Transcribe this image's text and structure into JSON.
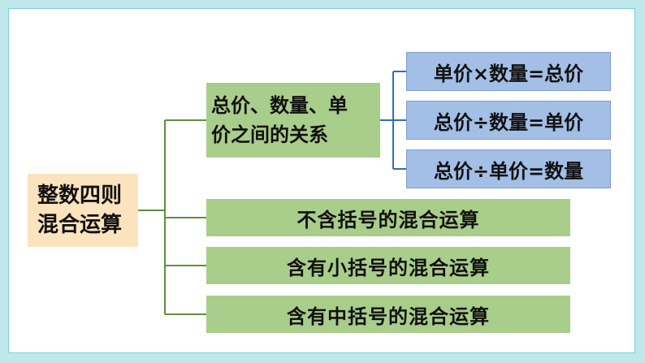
{
  "root": {
    "line1": "整数四则",
    "line2": "混合运算"
  },
  "relation": {
    "line1": "总价、数量、单",
    "line2": "价之间的关系"
  },
  "formulas": [
    {
      "label": "单价×数量=总价"
    },
    {
      "label": "总价÷数量=单价"
    },
    {
      "label": "总价÷单价=数量"
    }
  ],
  "methods": [
    {
      "label": "不含括号的混合运算"
    },
    {
      "label": "含有小括号的混合运算"
    },
    {
      "label": "含有中括号的混合运算"
    }
  ],
  "colors": {
    "page_border": "#bfe8ea",
    "root_fill": "#fbe3bd",
    "green_fill": "#a9cd8b",
    "blue_fill": "#a3bfe6",
    "green_line": "#5f8f3e",
    "blue_line": "#2f6fb3"
  }
}
